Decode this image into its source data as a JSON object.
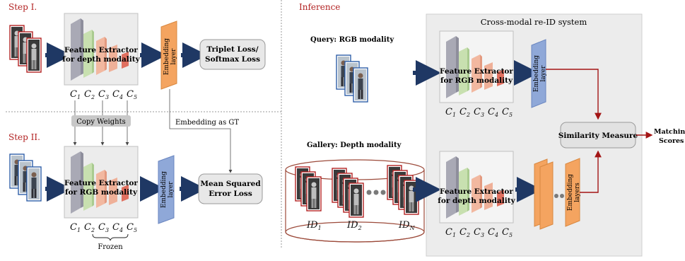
{
  "colors": {
    "step_title": "#b22222",
    "arrow_dark": "#1f3864",
    "arrow_red": "#a31515",
    "embed_orange": "#f4a460",
    "embed_blue": "#8fa8d8",
    "block_gray": "#a9a9b5",
    "block_green": "#c8e0b0",
    "block_salmon": "#f2b8a0",
    "block_red": "#e07060",
    "system_bg": "#ececec",
    "db_outline": "#9c4a3a"
  },
  "icons": [
    "person-image-stack-icon",
    "database-cylinder-icon",
    "ellipsis-dots-icon"
  ],
  "step1": {
    "title": "Step I.",
    "extractor_label_line1": "Feature Extractor",
    "extractor_label_line2": "for depth modality",
    "embedding_label_line1": "Embedding",
    "embedding_label_line2": "layer",
    "loss_line1": "Triplet Loss/",
    "loss_line2": "Softmax Loss"
  },
  "step2": {
    "title": "Step II.",
    "copy_weights": "Copy Weights",
    "embedding_gt": "Embedding as GT",
    "extractor_label_line1": "Feature Extractor",
    "extractor_label_line2": "for RGB modality",
    "embedding_label_line1": "Embedding",
    "embedding_label_line2": "layer",
    "loss_line1": "Mean Squared",
    "loss_line2": "Error Loss",
    "frozen": "Frozen"
  },
  "conv_labels": [
    "C",
    "C",
    "C",
    "C",
    "C"
  ],
  "conv_subs": [
    "1",
    "2",
    "3",
    "4",
    "5"
  ],
  "inference": {
    "title": "Inference",
    "system_title": "Cross-modal re-ID system",
    "query_label": "Query: RGB modality",
    "gallery_label": "Gallery: Depth modality",
    "rgb_extractor_line1": "Feature Extractor",
    "rgb_extractor_line2": "for RGB modality",
    "depth_extractor_line1": "Feature Extractor",
    "depth_extractor_line2": "for depth modality",
    "embedding_label_line1": "Embedding",
    "embedding_label_line2": "layer",
    "embedding_layers_line1": "Embedding",
    "embedding_layers_line2": "layers",
    "similarity": "Similarity Measure",
    "output_line1": "Matching",
    "output_line2": "Scores",
    "id_labels": [
      "ID",
      "ID",
      "ID"
    ],
    "id_subs": [
      "1",
      "2",
      "N"
    ]
  }
}
